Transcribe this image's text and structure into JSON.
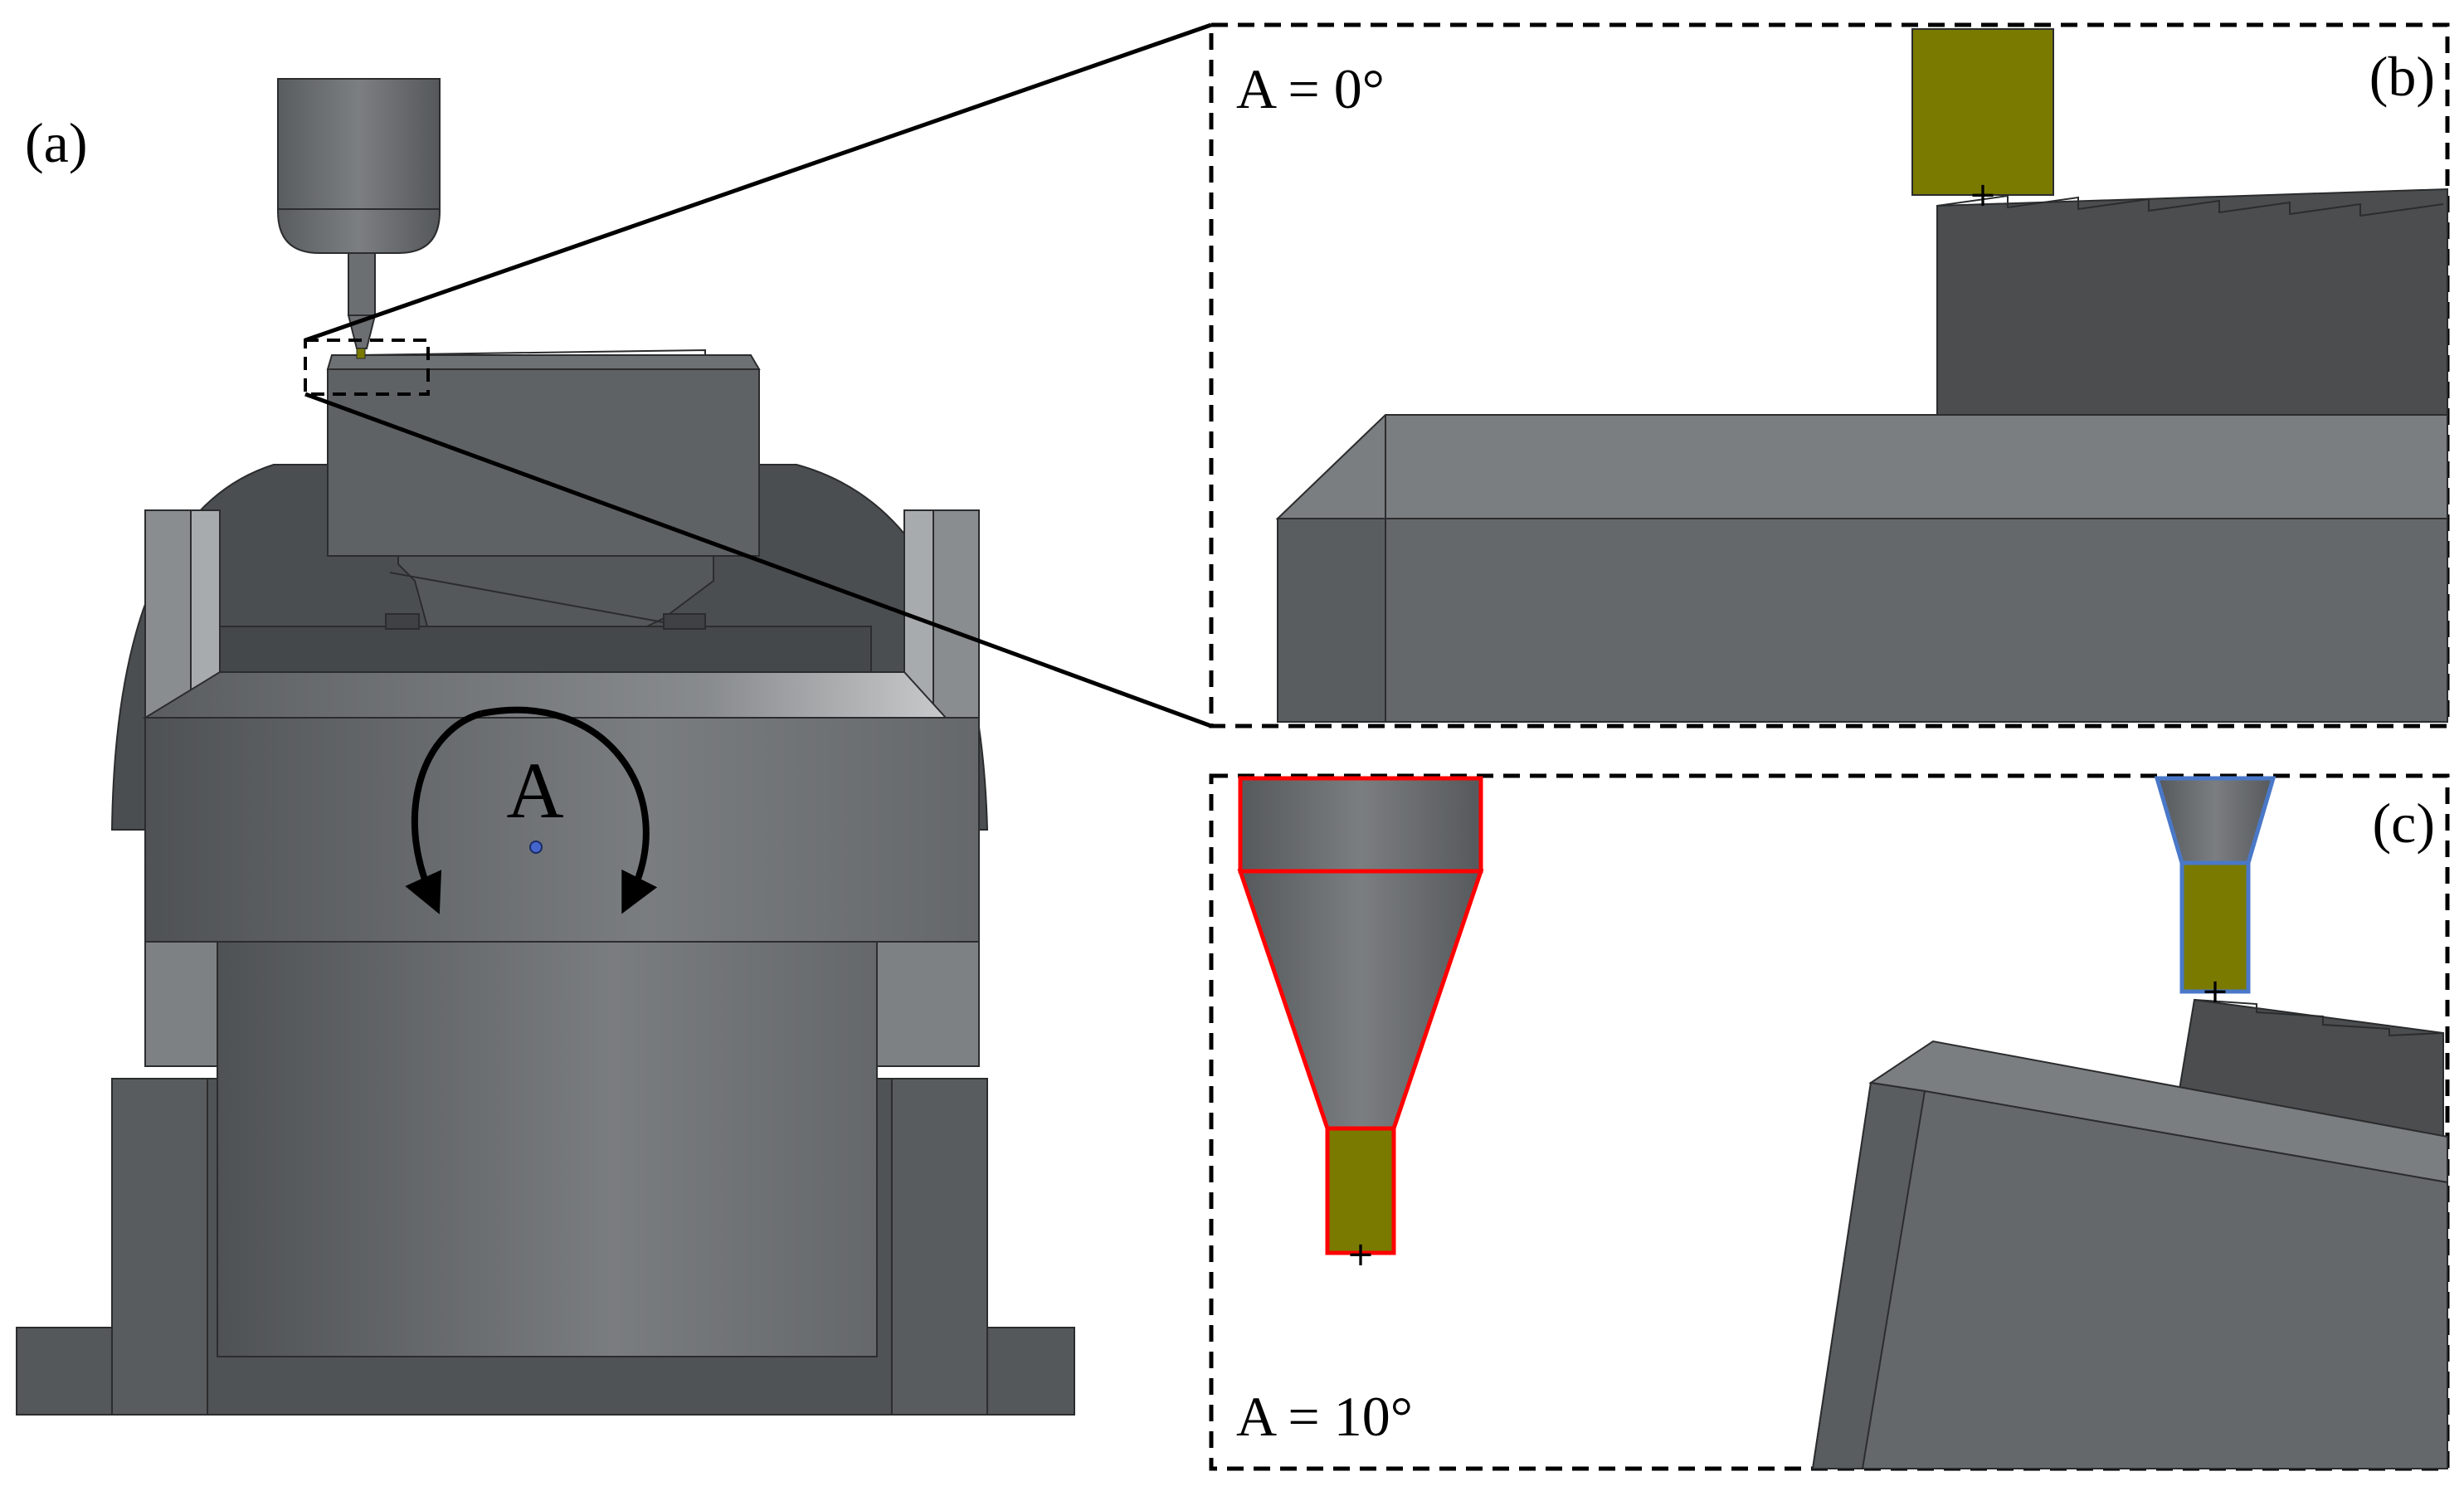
{
  "panels": {
    "a": {
      "tag": "(a)",
      "axis_label": "A"
    },
    "b": {
      "tag": "(b)",
      "angle_label": "A = 0°"
    },
    "c": {
      "tag": "(c)",
      "angle_label": "A = 10°"
    }
  },
  "colors": {
    "tool_olive": "#7a7a00",
    "body_dark": "#4a4c4e",
    "body_mid": "#606366",
    "body_light": "#7b7e81",
    "highlight_red": "#ff0000",
    "highlight_blue": "#4a78c8",
    "pivot_blue": "#4466cc"
  }
}
